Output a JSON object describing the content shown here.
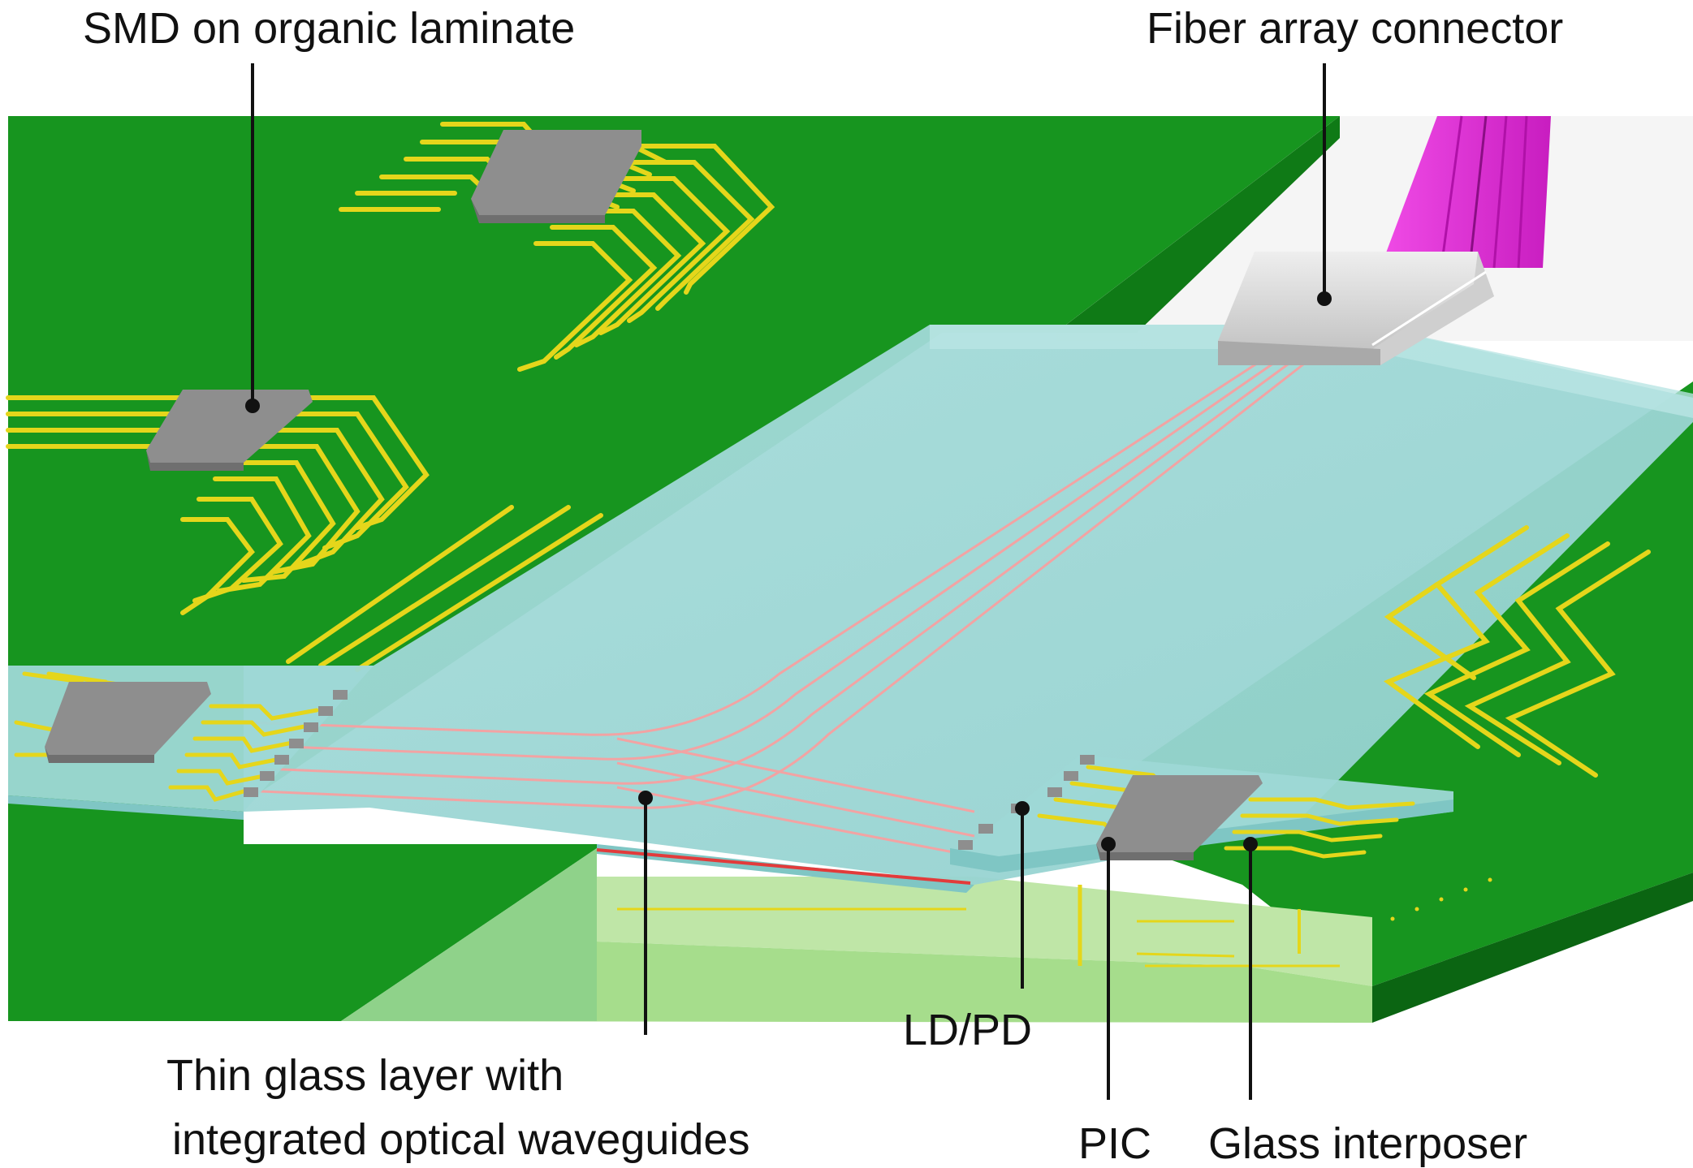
{
  "labels": {
    "smd": "SMD on organic laminate",
    "fiber_connector": "Fiber array connector",
    "thin_glass_line1": "Thin glass layer with",
    "thin_glass_line2": "integrated optical waveguides",
    "ld_pd": "LD/PD",
    "pic": "PIC",
    "glass_interposer": "Glass interposer"
  },
  "colors": {
    "laminate": "#17951f",
    "laminate_dark": "#0f7a16",
    "laminate_edge": "#0b6512",
    "trace": "#e5d61b",
    "glass": "#9ed8d6",
    "glass_edge": "#7fc6c4",
    "chip": "#8e8e8e",
    "waveguide": "#f2a3a3",
    "fiber": "#e02ad8",
    "connector": "#d9d9d9",
    "interposer_side": "#bfe6a7",
    "leader": "#111111"
  }
}
